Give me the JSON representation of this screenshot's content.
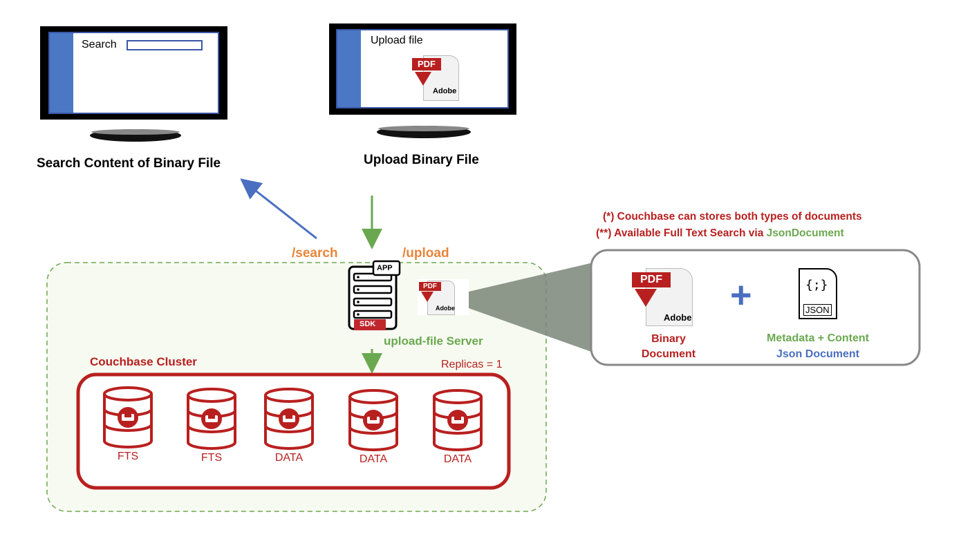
{
  "left_monitor": {
    "search_label": "Search",
    "caption": "Search Content of Binary File"
  },
  "right_monitor": {
    "upload_label": "Upload file",
    "caption": "Upload Binary File"
  },
  "pdf_icon": {
    "badge_text": "PDF",
    "brand_text": "Adobe"
  },
  "endpoints": {
    "search": "/search",
    "upload": "/upload"
  },
  "server": {
    "app_badge": "APP",
    "sdk_badge": "SDK",
    "label": "upload-file Server"
  },
  "cluster": {
    "title": "Couchbase Cluster",
    "replicas": "Replicas = 1",
    "nodes": [
      "FTS",
      "FTS",
      "DATA",
      "DATA",
      "DATA"
    ]
  },
  "notes": {
    "line1": "(*) Couchbase can stores both types of documents",
    "line2_prefix": "(**) Available Full Text Search via ",
    "line2_highlight": "JsonDocument"
  },
  "document_panel": {
    "plus_symbol": "+",
    "binary_line1": "Binary",
    "binary_line2": "Document",
    "json_icon_text": "JSON",
    "json_icon_braces": "{;}",
    "json_line1": "Metadata + Content",
    "json_line2": "Json Document"
  },
  "colors": {
    "accent_red": "#b8201f",
    "orange": "#e8853a",
    "green": "#6aa84f",
    "blue": "#4a6fc0",
    "monitor_bar": "#4a78c5"
  }
}
